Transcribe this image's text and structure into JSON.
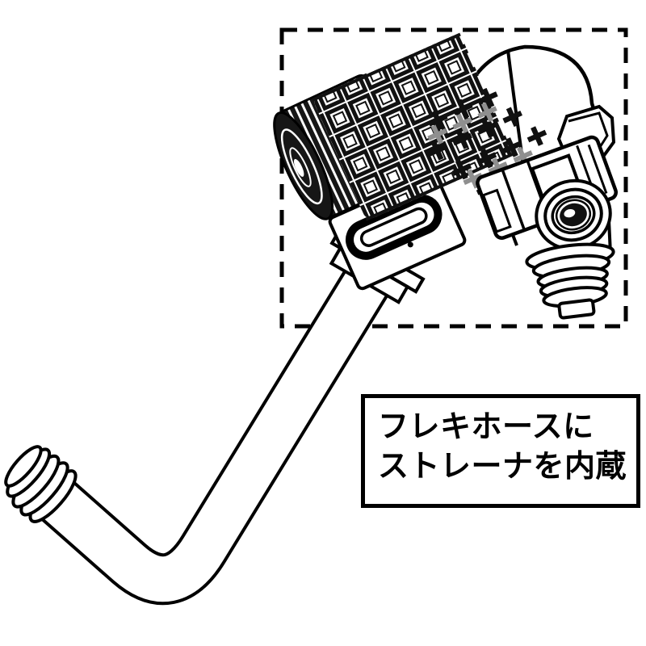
{
  "colors": {
    "background": "#ffffff",
    "ink": "#000000"
  },
  "illustration": {
    "name": "angled-faucet-adapter-with-flex-hose",
    "highlight_style": "dashed-rectangle-outline"
  },
  "callout": {
    "lines": [
      "フレキホースに",
      "ストレーナを内蔵"
    ]
  }
}
